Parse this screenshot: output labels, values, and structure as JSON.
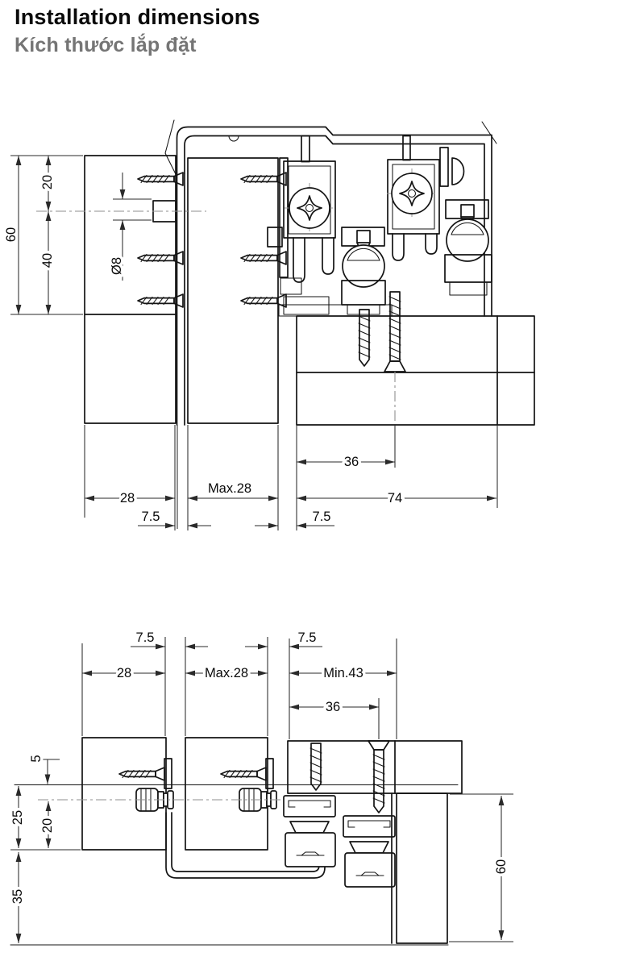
{
  "header": {
    "title": "Installation dimensions",
    "subtitle": "Kích thước lắp đặt"
  },
  "colors": {
    "line": "#141414",
    "dimension": "#2a2a2a",
    "centerline": "#8f8f8f",
    "subtitle_text": "#757575",
    "background": "#ffffff"
  },
  "figure_top": {
    "description": "cross section - top track with twin rollers",
    "labels": {
      "height_total": "60",
      "height_upper": "20",
      "height_lower": "40",
      "hole_diameter": "Ø8",
      "screw_offset": "36",
      "left_panel_width": "28",
      "middle_panel_width": "Max.28",
      "right_section_width": "74",
      "reveal_left": "7.5",
      "reveal_right": "7.5"
    }
  },
  "figure_bottom": {
    "description": "cross section - bottom guide",
    "labels": {
      "reveal_left": "7.5",
      "reveal_right": "7.5",
      "left_panel_width": "28",
      "middle_panel_width": "Max.28",
      "right_section_width": "Min.43",
      "screw_offset": "36",
      "edge_distance": "5",
      "axis_distance": "25",
      "roller_distance": "20",
      "floor_clearance": "35",
      "panel_height": "60"
    }
  }
}
